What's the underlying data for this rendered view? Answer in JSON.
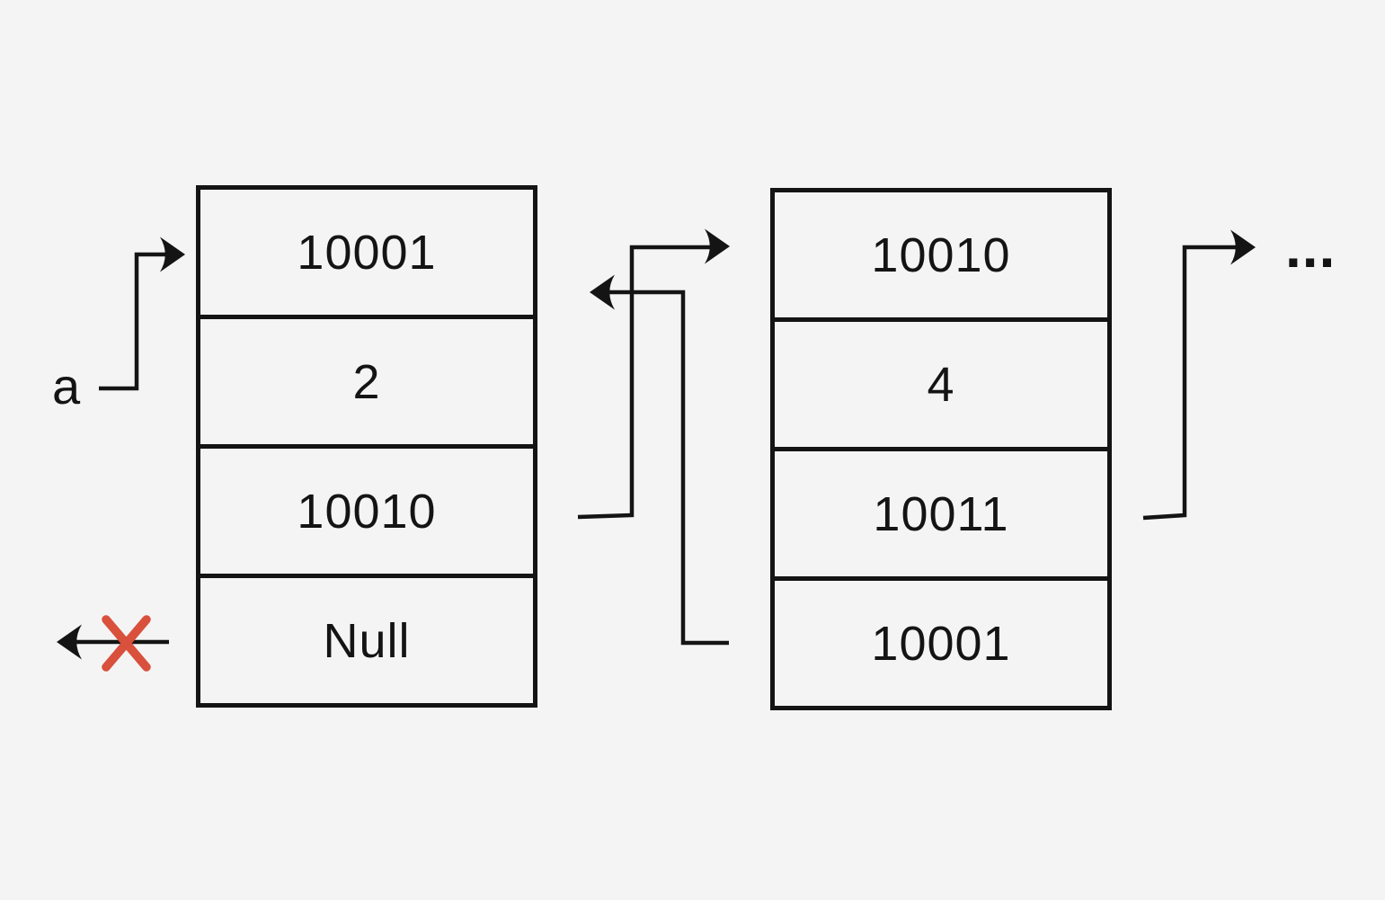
{
  "labels": {
    "head_pointer": "a",
    "continuation": "..."
  },
  "nodes": [
    {
      "cells": [
        "10001",
        "2",
        "10010",
        "Null"
      ]
    },
    {
      "cells": [
        "10010",
        "4",
        "10011",
        "10001"
      ]
    }
  ],
  "colors": {
    "background": "#f4f4f5",
    "line": "#141414",
    "cross": "#d9503c"
  }
}
